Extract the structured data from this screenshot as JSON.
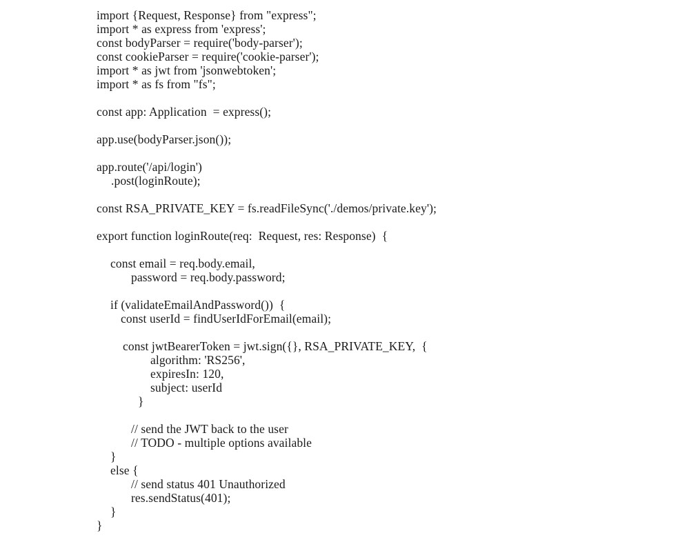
{
  "document": {
    "type": "code-listing",
    "language": "TypeScript",
    "background_color": "#ffffff",
    "text_color": "#1a1a1a",
    "lines": [
      {
        "indent": "i0",
        "text": "import {Request, Response} from \"express\";"
      },
      {
        "indent": "i0",
        "text": "import * as express from 'express';"
      },
      {
        "indent": "i0",
        "text": "const bodyParser = require('body-parser');"
      },
      {
        "indent": "i0",
        "text": "const cookieParser = require('cookie-parser');"
      },
      {
        "indent": "i0",
        "text": "import * as jwt from 'jsonwebtoken';"
      },
      {
        "indent": "i0",
        "text": "import * as fs from \"fs\";"
      },
      {
        "indent": "i0",
        "text": ""
      },
      {
        "indent": "i0",
        "text": "const app: Application  = express();"
      },
      {
        "indent": "i0",
        "text": ""
      },
      {
        "indent": "i0",
        "text": "app.use(bodyParser.json());"
      },
      {
        "indent": "i0",
        "text": ""
      },
      {
        "indent": "i0",
        "text": "app.route('/api/login')"
      },
      {
        "indent": "i1b",
        "text": ".post(loginRoute);"
      },
      {
        "indent": "i0",
        "text": ""
      },
      {
        "indent": "i0",
        "text": "const RSA_PRIVATE_KEY = fs.readFileSync('./demos/private.key');"
      },
      {
        "indent": "i0",
        "text": ""
      },
      {
        "indent": "i0",
        "text": "export function loginRoute(req:  Request, res: Response)  {"
      },
      {
        "indent": "i0",
        "text": ""
      },
      {
        "indent": "i1",
        "text": "const email = req.body.email,"
      },
      {
        "indent": "i4",
        "text": "password = req.body.password;"
      },
      {
        "indent": "i0",
        "text": ""
      },
      {
        "indent": "i1",
        "text": "if (validateEmailAndPassword())  {"
      },
      {
        "indent": "i2",
        "text": "const userId = findUserIdForEmail(email);"
      },
      {
        "indent": "i0",
        "text": ""
      },
      {
        "indent": "i3",
        "text": "const jwtBearerToken = jwt.sign({}, RSA_PRIVATE_KEY,  {"
      },
      {
        "indent": "i6",
        "text": "algorithm: 'RS256',"
      },
      {
        "indent": "i6",
        "text": "expiresIn: 120,"
      },
      {
        "indent": "i6",
        "text": "subject: userId"
      },
      {
        "indent": "i5",
        "text": "}"
      },
      {
        "indent": "i0",
        "text": ""
      },
      {
        "indent": "i4",
        "text": "// send the JWT back to the user"
      },
      {
        "indent": "i4",
        "text": "// TODO - multiple options available"
      },
      {
        "indent": "i1",
        "text": "}"
      },
      {
        "indent": "i1",
        "text": "else {"
      },
      {
        "indent": "i4",
        "text": "// send status 401 Unauthorized"
      },
      {
        "indent": "i4",
        "text": "res.sendStatus(401);"
      },
      {
        "indent": "i1",
        "text": "}"
      },
      {
        "indent": "i0",
        "text": "}"
      }
    ]
  }
}
